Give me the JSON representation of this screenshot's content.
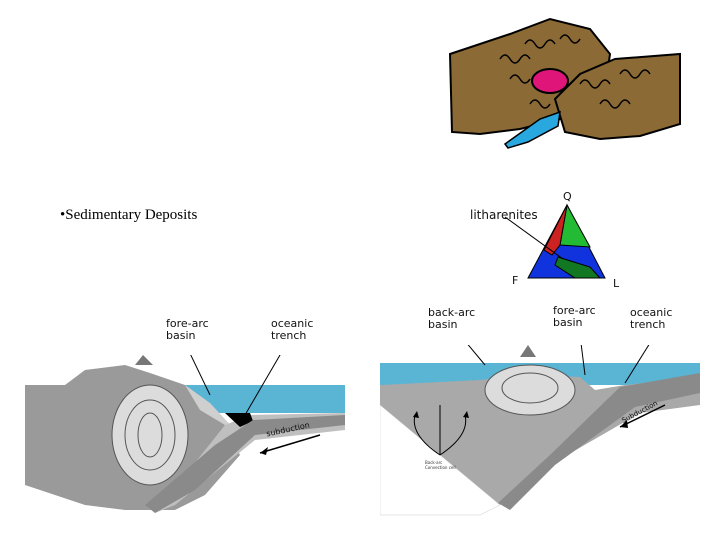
{
  "slide": {
    "bullet": "•Sedimentary Deposits"
  },
  "ternary": {
    "vertex_top": "Q",
    "vertex_left": "F",
    "vertex_right": "L",
    "callout": "litharenites",
    "colors": {
      "quartz": "#22bb33",
      "lithic": "#1133dd",
      "highlight": "#cc2222",
      "dark": "#117722"
    }
  },
  "left_section": {
    "label_1_line1": "fore-arc",
    "label_1_line2": "basin",
    "label_2_line1": "oceanic",
    "label_2_line2": "trench",
    "arrow_label": "subduction",
    "colors": {
      "ocean": "#5ab4d4",
      "crust": "#9a9a9a",
      "trench_fill": "#000000"
    }
  },
  "right_section": {
    "label_backarc_1": "back-arc",
    "label_backarc_2": "basin",
    "label_forearc_1": "fore-arc",
    "label_forearc_2": "basin",
    "label_trench_1": "oceanic",
    "label_trench_2": "trench",
    "arrow_label": "Subduction",
    "small_label_1": "Back-arc",
    "small_label_2": "Convection cell"
  },
  "sketch": {
    "colors": {
      "rock": "#8b6a35",
      "pluton": "#e0157a",
      "water": "#29a8e0"
    }
  }
}
